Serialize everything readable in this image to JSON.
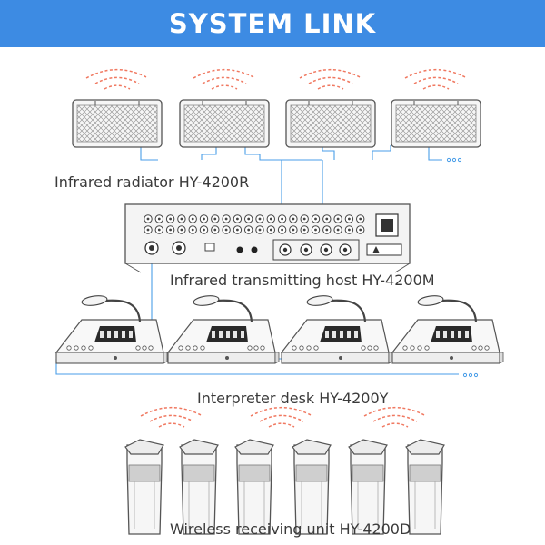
{
  "header": {
    "title": "SYSTEM LINK"
  },
  "labels": {
    "radiator": "Infrared radiator HY-4200R",
    "host": "Infrared transmitting host HY-4200M",
    "desk": "Interpreter desk HY-4200Y",
    "receiver": "Wireless receiving unit HY-4200D"
  },
  "colors": {
    "banner": "#3d8be3",
    "link_line": "#4a9ee8",
    "signal_waves": "#f07860",
    "device_outline": "#555555"
  },
  "counts": {
    "radiators": 4,
    "desks": 4,
    "receivers": 6
  }
}
